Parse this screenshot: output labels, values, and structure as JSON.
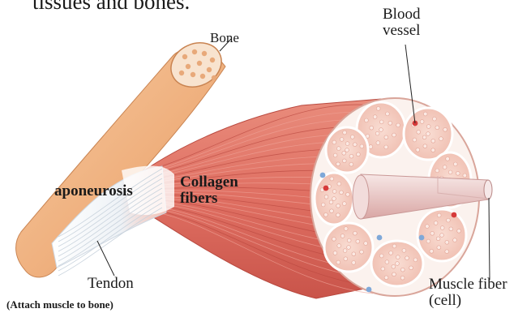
{
  "heading": "tissues and bones.",
  "labels": {
    "bone": "Bone",
    "blood_vessel": [
      "Blood",
      "vessel"
    ],
    "aponeurosis": "aponeurosis",
    "collagen": [
      "Collagen",
      "fibers"
    ],
    "tendon": "Tendon",
    "attach_note": "(Attach muscle to bone)",
    "muscle_fiber": [
      "Muscle fiber",
      "(cell)"
    ]
  },
  "colors": {
    "bone": "#f2b98a",
    "bone_shadow": "#d98f57",
    "muscle": "#e37b6c",
    "muscle_dark": "#c9544a",
    "tendon": "#f4f6f8",
    "fascicle": "#f6d2c6",
    "perimysium": "#ffffff",
    "vessel_red": "#d63a3a",
    "vessel_blue": "#7fa8d8"
  }
}
